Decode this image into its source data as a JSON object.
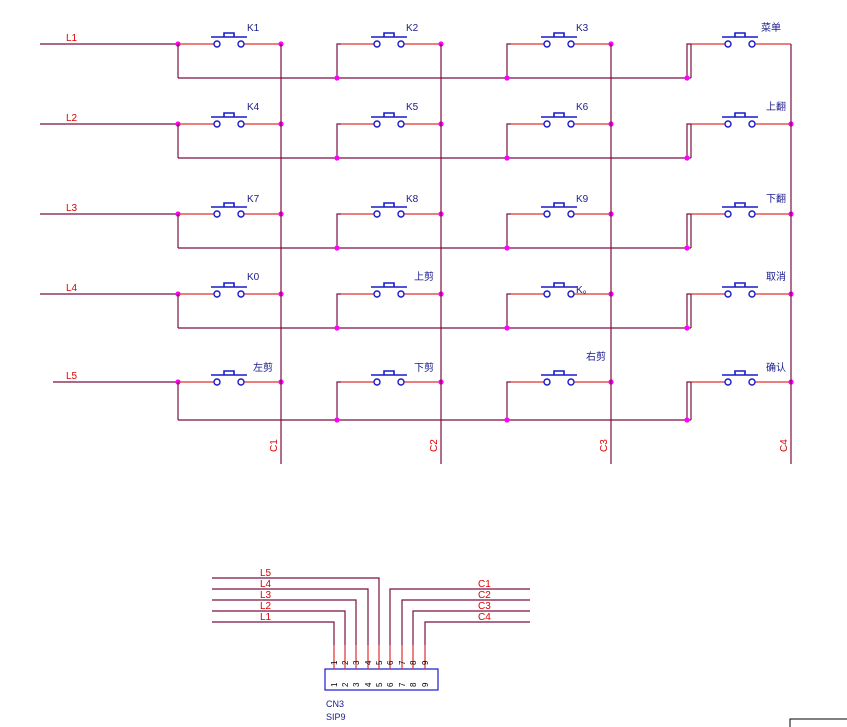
{
  "rows": [
    {
      "label": "L1",
      "keys": [
        "K1",
        "K2",
        "K3",
        "菜单"
      ]
    },
    {
      "label": "L2",
      "keys": [
        "K4",
        "K5",
        "K6",
        "上翻"
      ]
    },
    {
      "label": "L3",
      "keys": [
        "K7",
        "K8",
        "K9",
        "下翻"
      ]
    },
    {
      "label": "L4",
      "keys": [
        "K0",
        "上剪",
        "K。",
        "取消"
      ]
    },
    {
      "label": "L5",
      "keys": [
        "左剪",
        "下剪",
        "右剪",
        "确认"
      ]
    }
  ],
  "columns": [
    "C1",
    "C2",
    "C3",
    "C4"
  ],
  "connector": {
    "ref": "CN3",
    "part": "SIP9",
    "pins": [
      "1",
      "2",
      "3",
      "4",
      "5",
      "6",
      "7",
      "8",
      "9"
    ],
    "left_nets": [
      "L5",
      "L4",
      "L3",
      "L2",
      "L1"
    ],
    "right_nets": [
      "C1",
      "C2",
      "C3",
      "C4"
    ]
  },
  "colors": {
    "wire": "#7a1040",
    "wire_red": "#e03030",
    "switch": "#1a1acc",
    "junction": "#ff00ff",
    "label_red": "#e00000",
    "label_blue": "#1a1a8c"
  }
}
